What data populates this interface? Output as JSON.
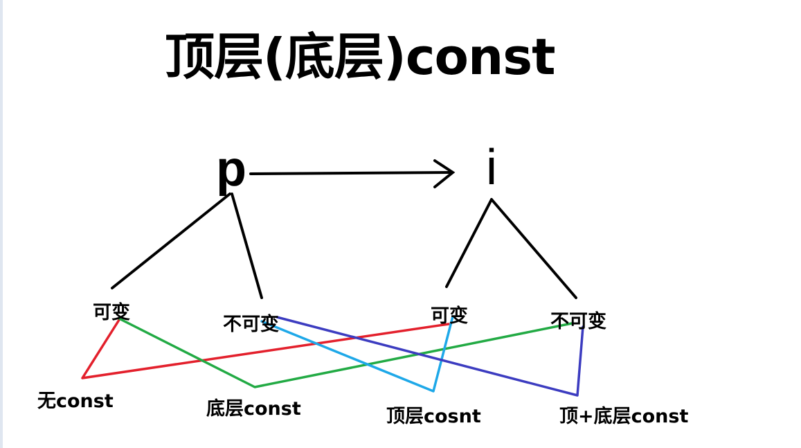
{
  "title": "顶层(底层)const",
  "nodes": {
    "pointer": "p",
    "object": "i"
  },
  "branches": {
    "p_mutable": "可变",
    "p_immutable": "不可变",
    "i_mutable": "可变",
    "i_immutable": "不可变"
  },
  "categories": {
    "no_const": "无const",
    "low_level": "底层const",
    "top_level": "顶层cosnt",
    "both": "顶+底层const"
  },
  "colors": {
    "structure": "#000000",
    "no_const_link": "#e3202c",
    "low_level_link": "#22aa44",
    "top_level_link": "#1ea8e8",
    "both_link": "#3c3cc0"
  }
}
